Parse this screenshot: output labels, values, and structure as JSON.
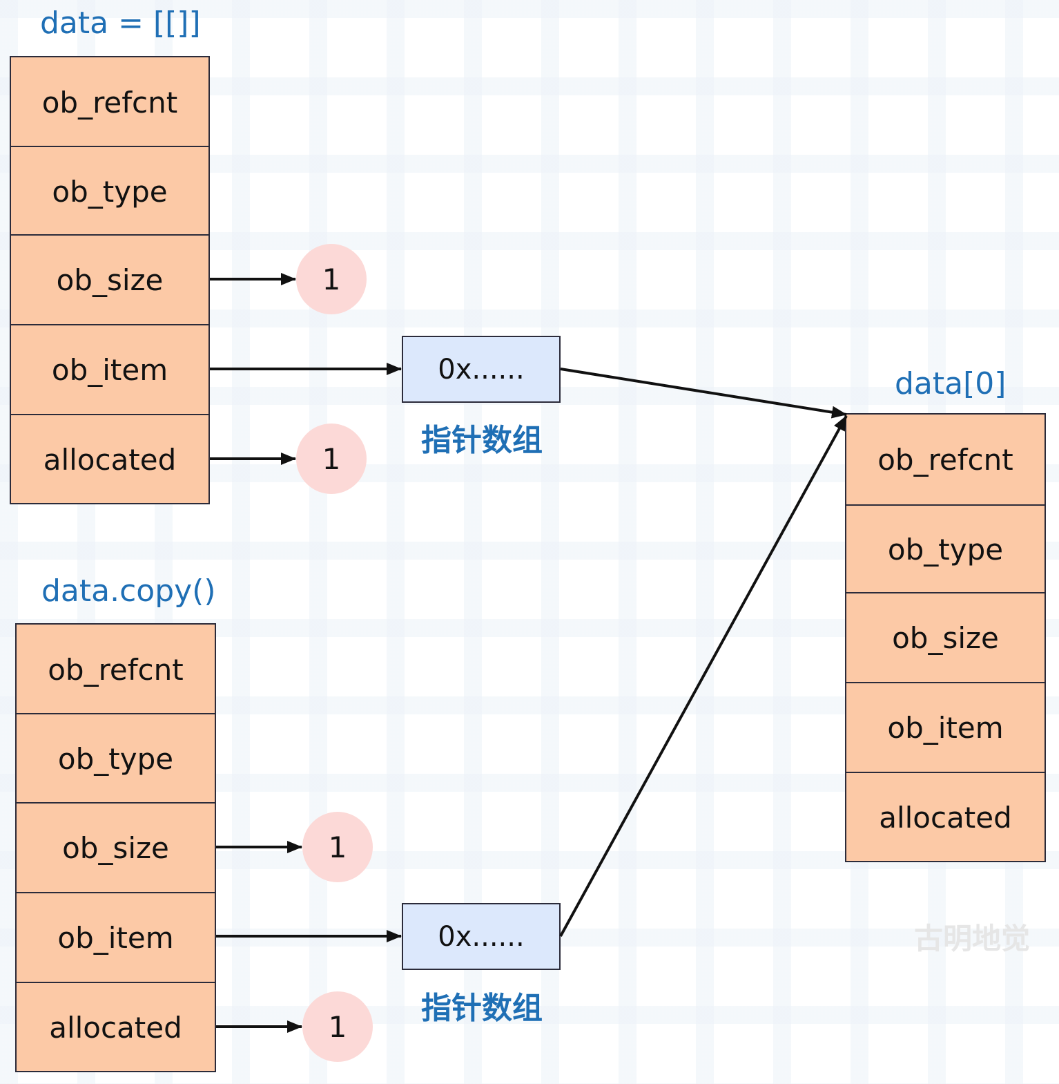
{
  "titles": {
    "data": "data = [[]]",
    "copy": "data.copy()",
    "inner": "data[0]"
  },
  "data_struct": {
    "fields": [
      "ob_refcnt",
      "ob_type",
      "ob_size",
      "ob_item",
      "allocated"
    ]
  },
  "copy_struct": {
    "fields": [
      "ob_refcnt",
      "ob_type",
      "ob_size",
      "ob_item",
      "allocated"
    ]
  },
  "inner_struct": {
    "fields": [
      "ob_refcnt",
      "ob_type",
      "ob_size",
      "ob_item",
      "allocated"
    ]
  },
  "values": {
    "data_size": "1",
    "data_allocated": "1",
    "copy_size": "1",
    "copy_allocated": "1"
  },
  "pointer_arrays": {
    "data_ptr": "0x......",
    "copy_ptr": "0x......",
    "caption": "指针数组"
  },
  "watermark": "古明地觉",
  "colors": {
    "struct_fill": "#fcc9a6",
    "circle_fill": "#fcd9d7",
    "pointer_fill": "#dce8fc",
    "label_blue": "#1f6fb5"
  }
}
